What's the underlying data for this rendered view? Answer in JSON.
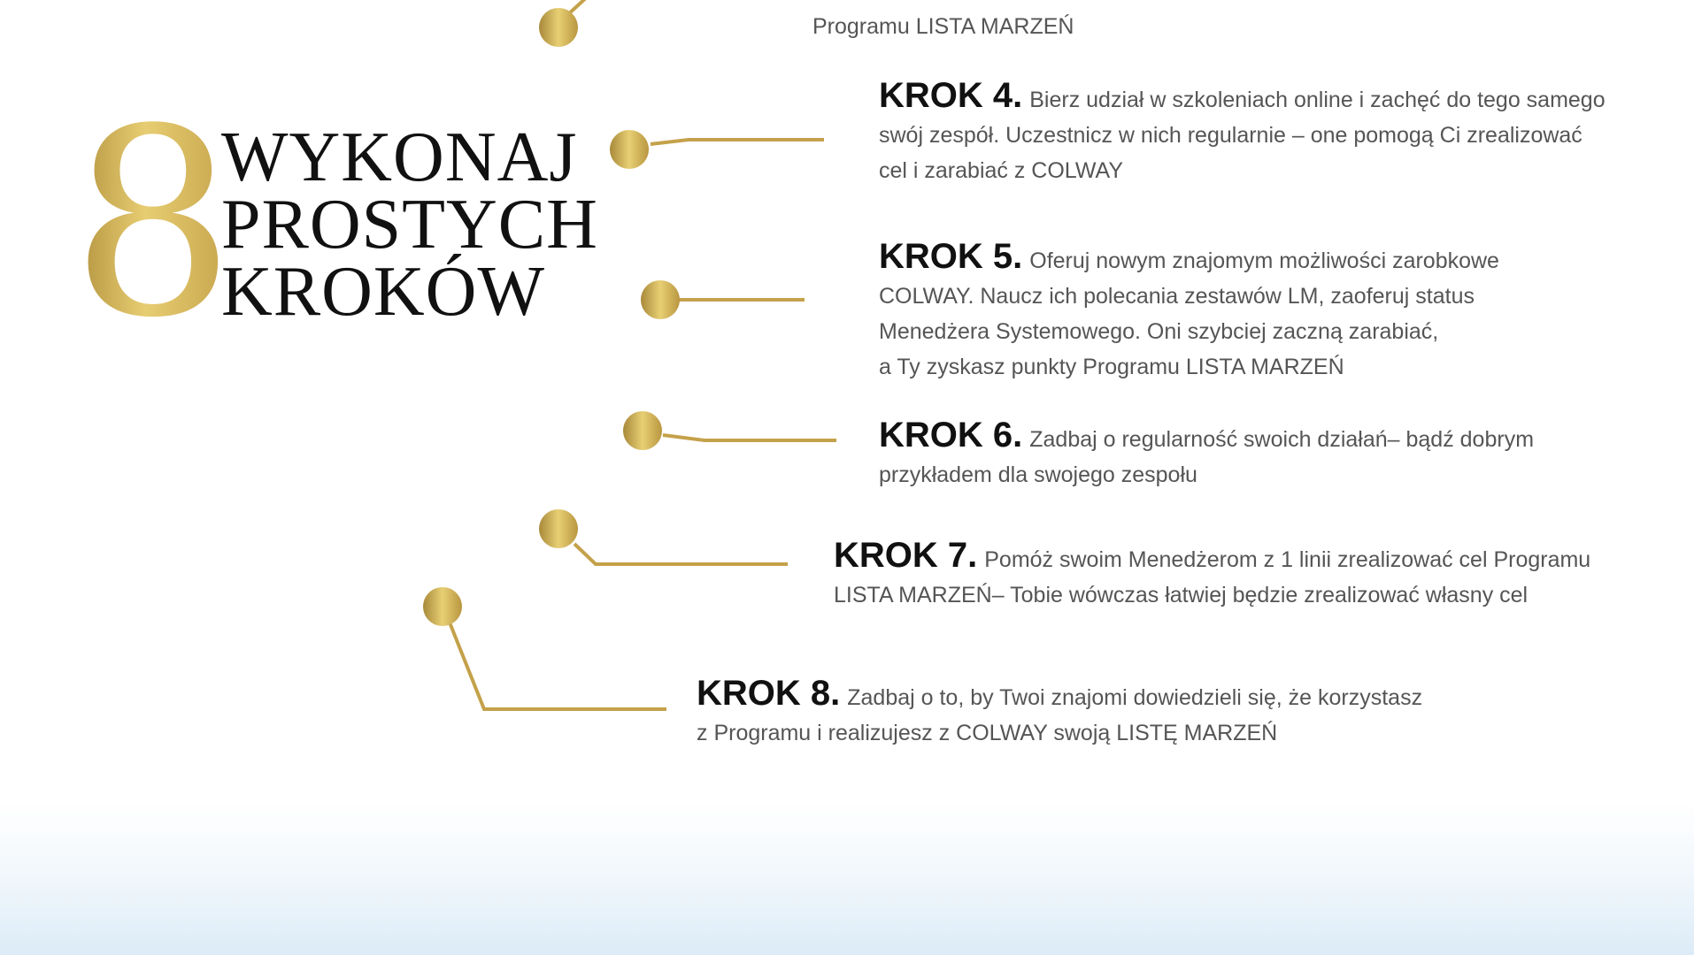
{
  "colors": {
    "gold": "#c9a64a",
    "text": "#555555",
    "heading": "#111111"
  },
  "prev_step_tail": "Programu LISTA MARZEŃ",
  "headline": {
    "number": "8",
    "lines": [
      "WYKONAJ",
      "PROSTYCH",
      "KROKÓW"
    ]
  },
  "steps": [
    {
      "label": "KROK 4.",
      "lines": [
        "Bierz udział w szkoleniach online i zachęć do tego samego",
        "swój zespół. Uczestnicz w nich regularnie – one pomogą Ci zrealizować",
        "cel i zarabiać z COLWAY"
      ]
    },
    {
      "label": "KROK 5.",
      "lines": [
        "Oferuj nowym znajomym możliwości zarobkowe",
        "COLWAY. Naucz ich polecania zestawów LM, zaoferuj status",
        "Menedżera Systemowego. Oni szybciej zaczną zarabiać,",
        "a Ty zyskasz punkty Programu LISTA MARZEŃ"
      ]
    },
    {
      "label": "KROK 6.",
      "lines": [
        "Zadbaj o regularność swoich działań– bądź dobrym",
        "przykładem dla swojego zespołu"
      ]
    },
    {
      "label": "KROK 7.",
      "lines": [
        "Pomóż swoim Menedżerom z 1 linii zrealizować cel Programu",
        "LISTA MARZEŃ– Tobie wówczas łatwiej będzie zrealizować własny cel"
      ]
    },
    {
      "label": "KROK 8.",
      "lines": [
        "Zadbaj o to, by Twoi znajomi dowiedzieli się, że korzystasz",
        "z Programu i realizujesz z COLWAY swoją LISTĘ MARZEŃ"
      ]
    }
  ]
}
